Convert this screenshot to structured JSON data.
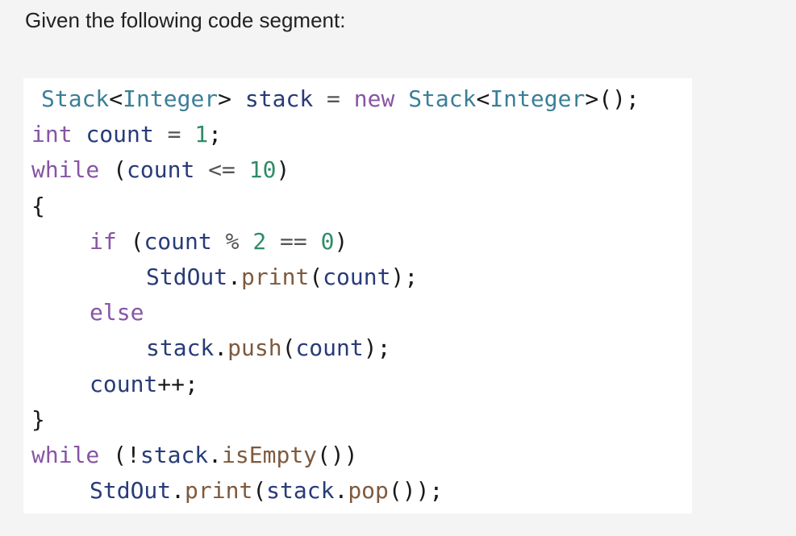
{
  "question": "Given the following code segment:",
  "code_lines": [
    {
      "indent": 22,
      "tokens": [
        {
          "t": "Stack",
          "c": "type"
        },
        {
          "t": "<",
          "c": "pun"
        },
        {
          "t": "Integer",
          "c": "type"
        },
        {
          "t": ">",
          "c": "pun"
        },
        {
          "t": " ",
          "c": "pun"
        },
        {
          "t": "stack",
          "c": "var"
        },
        {
          "t": " ",
          "c": "pun"
        },
        {
          "t": "=",
          "c": "op"
        },
        {
          "t": " ",
          "c": "pun"
        },
        {
          "t": "new",
          "c": "kw"
        },
        {
          "t": " ",
          "c": "pun"
        },
        {
          "t": "Stack",
          "c": "type"
        },
        {
          "t": "<",
          "c": "pun"
        },
        {
          "t": "Integer",
          "c": "type"
        },
        {
          "t": ">",
          "c": "pun"
        },
        {
          "t": "();",
          "c": "pun"
        }
      ]
    },
    {
      "indent": 10,
      "tokens": [
        {
          "t": "int",
          "c": "kw"
        },
        {
          "t": " ",
          "c": "pun"
        },
        {
          "t": "count",
          "c": "var"
        },
        {
          "t": " ",
          "c": "pun"
        },
        {
          "t": "=",
          "c": "op"
        },
        {
          "t": " ",
          "c": "pun"
        },
        {
          "t": "1",
          "c": "num"
        },
        {
          "t": ";",
          "c": "pun"
        }
      ]
    },
    {
      "indent": 10,
      "tokens": [
        {
          "t": "while",
          "c": "kw"
        },
        {
          "t": " (",
          "c": "pun"
        },
        {
          "t": "count",
          "c": "var"
        },
        {
          "t": " ",
          "c": "pun"
        },
        {
          "t": "<=",
          "c": "op"
        },
        {
          "t": " ",
          "c": "pun"
        },
        {
          "t": "10",
          "c": "num"
        },
        {
          "t": ")",
          "c": "pun"
        }
      ]
    },
    {
      "indent": 10,
      "tokens": [
        {
          "t": "{",
          "c": "pun"
        }
      ]
    },
    {
      "indent": 82,
      "tokens": [
        {
          "t": "if",
          "c": "kw"
        },
        {
          "t": " (",
          "c": "pun"
        },
        {
          "t": "count",
          "c": "var"
        },
        {
          "t": " ",
          "c": "pun"
        },
        {
          "t": "%",
          "c": "op"
        },
        {
          "t": " ",
          "c": "pun"
        },
        {
          "t": "2",
          "c": "num"
        },
        {
          "t": " ",
          "c": "pun"
        },
        {
          "t": "==",
          "c": "op"
        },
        {
          "t": " ",
          "c": "pun"
        },
        {
          "t": "0",
          "c": "num"
        },
        {
          "t": ")",
          "c": "pun"
        }
      ]
    },
    {
      "indent": 152,
      "tokens": [
        {
          "t": "StdOut",
          "c": "var"
        },
        {
          "t": ".",
          "c": "pun"
        },
        {
          "t": "print",
          "c": "mth"
        },
        {
          "t": "(",
          "c": "pun"
        },
        {
          "t": "count",
          "c": "var"
        },
        {
          "t": ");",
          "c": "pun"
        }
      ]
    },
    {
      "indent": 82,
      "tokens": [
        {
          "t": "else",
          "c": "kw"
        }
      ]
    },
    {
      "indent": 152,
      "tokens": [
        {
          "t": "stack",
          "c": "var"
        },
        {
          "t": ".",
          "c": "pun"
        },
        {
          "t": "push",
          "c": "mth"
        },
        {
          "t": "(",
          "c": "pun"
        },
        {
          "t": "count",
          "c": "var"
        },
        {
          "t": ");",
          "c": "pun"
        }
      ]
    },
    {
      "indent": 82,
      "tokens": [
        {
          "t": "count",
          "c": "var"
        },
        {
          "t": "++;",
          "c": "pun"
        }
      ]
    },
    {
      "indent": 10,
      "tokens": [
        {
          "t": "}",
          "c": "pun"
        }
      ]
    },
    {
      "indent": 10,
      "tokens": [
        {
          "t": "while",
          "c": "kw"
        },
        {
          "t": " (!",
          "c": "pun"
        },
        {
          "t": "stack",
          "c": "var"
        },
        {
          "t": ".",
          "c": "pun"
        },
        {
          "t": "isEmpty",
          "c": "mth"
        },
        {
          "t": "())",
          "c": "pun"
        }
      ]
    },
    {
      "indent": 82,
      "tokens": [
        {
          "t": "StdOut",
          "c": "var"
        },
        {
          "t": ".",
          "c": "pun"
        },
        {
          "t": "print",
          "c": "mth"
        },
        {
          "t": "(",
          "c": "pun"
        },
        {
          "t": "stack",
          "c": "var"
        },
        {
          "t": ".",
          "c": "pun"
        },
        {
          "t": "pop",
          "c": "mth"
        },
        {
          "t": "());",
          "c": "pun"
        }
      ]
    }
  ]
}
